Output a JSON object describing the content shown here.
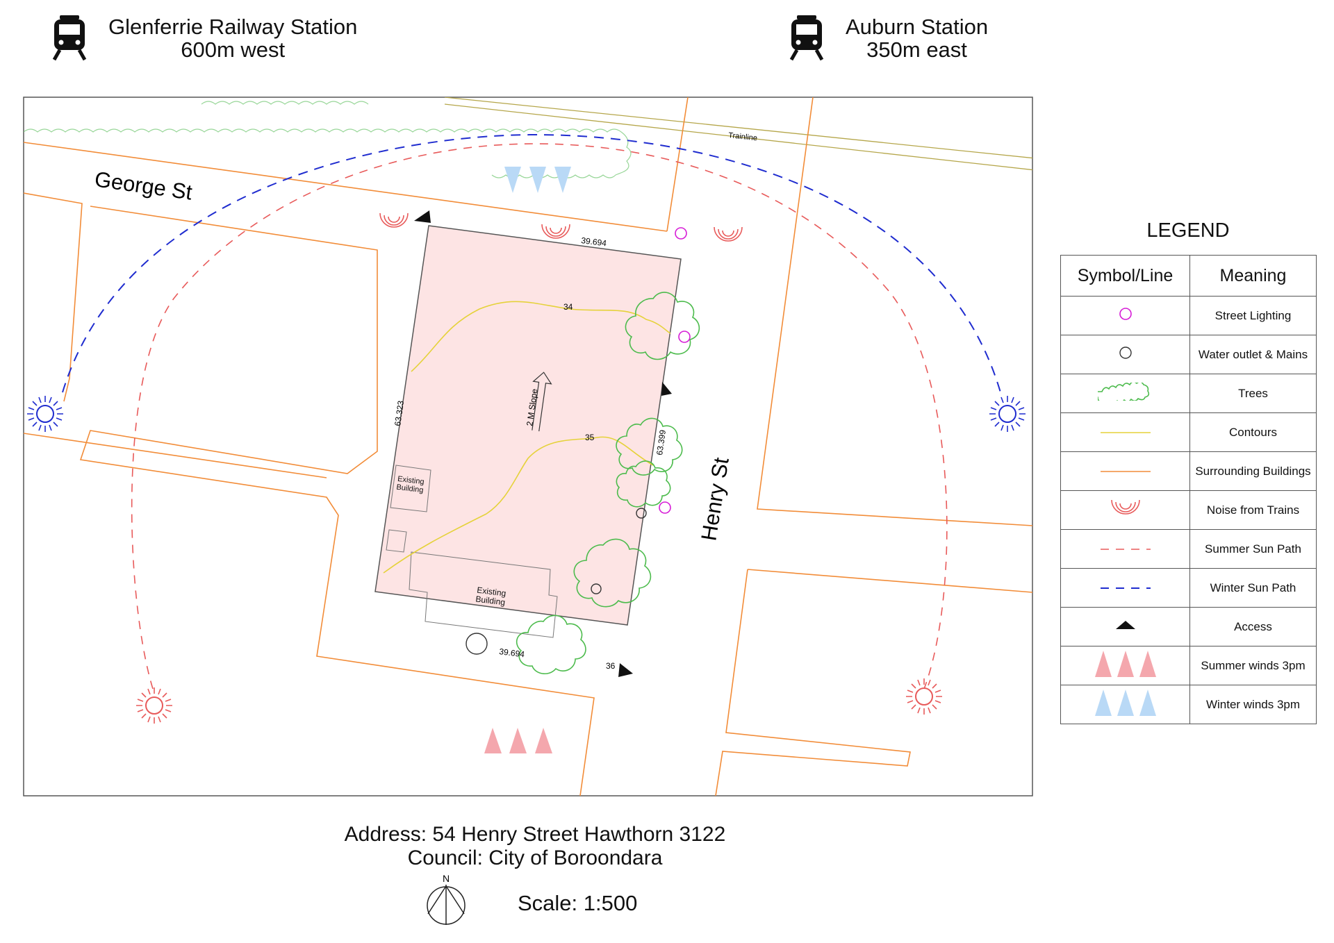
{
  "stations": [
    {
      "name": "Glenferrie Railway Station",
      "distance": "600m west",
      "icon": "train-icon"
    },
    {
      "name": "Auburn Station",
      "distance": "350m east",
      "icon": "train-icon"
    }
  ],
  "map": {
    "streets": {
      "george": "George St",
      "henry": "Henry St",
      "trainline": "Trainline"
    },
    "dimensions": {
      "top": "39.694",
      "bottom": "39.694",
      "left": "63.323",
      "right": "63.399"
    },
    "contours": {
      "c34": "34",
      "c35": "35",
      "c36": "36"
    },
    "slope": "2 M Slope",
    "buildings": {
      "existing_small": "Existing Building",
      "existing_large": "Existing Building"
    }
  },
  "legend": {
    "title": "LEGEND",
    "header_symbol": "Symbol/Line",
    "header_meaning": "Meaning",
    "rows": [
      {
        "meaning": "Street Lighting",
        "symbol": "magenta-circle-icon"
      },
      {
        "meaning": "Water outlet & Mains",
        "symbol": "black-circle-icon"
      },
      {
        "meaning": "Trees",
        "symbol": "tree-cloud-icon"
      },
      {
        "meaning": "Contours",
        "symbol": "yellow-line"
      },
      {
        "meaning": "Surrounding Buildings",
        "symbol": "orange-line"
      },
      {
        "meaning": "Noise from Trains",
        "symbol": "noise-arcs-icon"
      },
      {
        "meaning": "Summer Sun Path",
        "symbol": "red-dashed-line"
      },
      {
        "meaning": "Winter Sun Path",
        "symbol": "blue-dashed-line"
      },
      {
        "meaning": "Access",
        "symbol": "black-triangle-icon"
      },
      {
        "meaning": "Summer winds 3pm",
        "symbol": "pink-wind-triangles"
      },
      {
        "meaning": "Winter winds 3pm",
        "symbol": "blue-wind-triangles"
      }
    ]
  },
  "footer": {
    "address": "Address: 54 Henry Street Hawthorn 3122",
    "council": "Council: City of Boroondara",
    "north_label": "N",
    "scale": "Scale: 1:500"
  },
  "colors": {
    "site_fill": "#fde4e4",
    "buildings_line": "#f28c38",
    "contours": "#e5d23a",
    "trees": "#4cbb4c",
    "summer_sun": "#e85a5a",
    "winter_sun": "#1f2ccf",
    "street_lighting": "#d61cd6",
    "summer_wind": "#f4a7ad",
    "winter_wind": "#b9d9f6",
    "trainline": "#b5a64a"
  }
}
